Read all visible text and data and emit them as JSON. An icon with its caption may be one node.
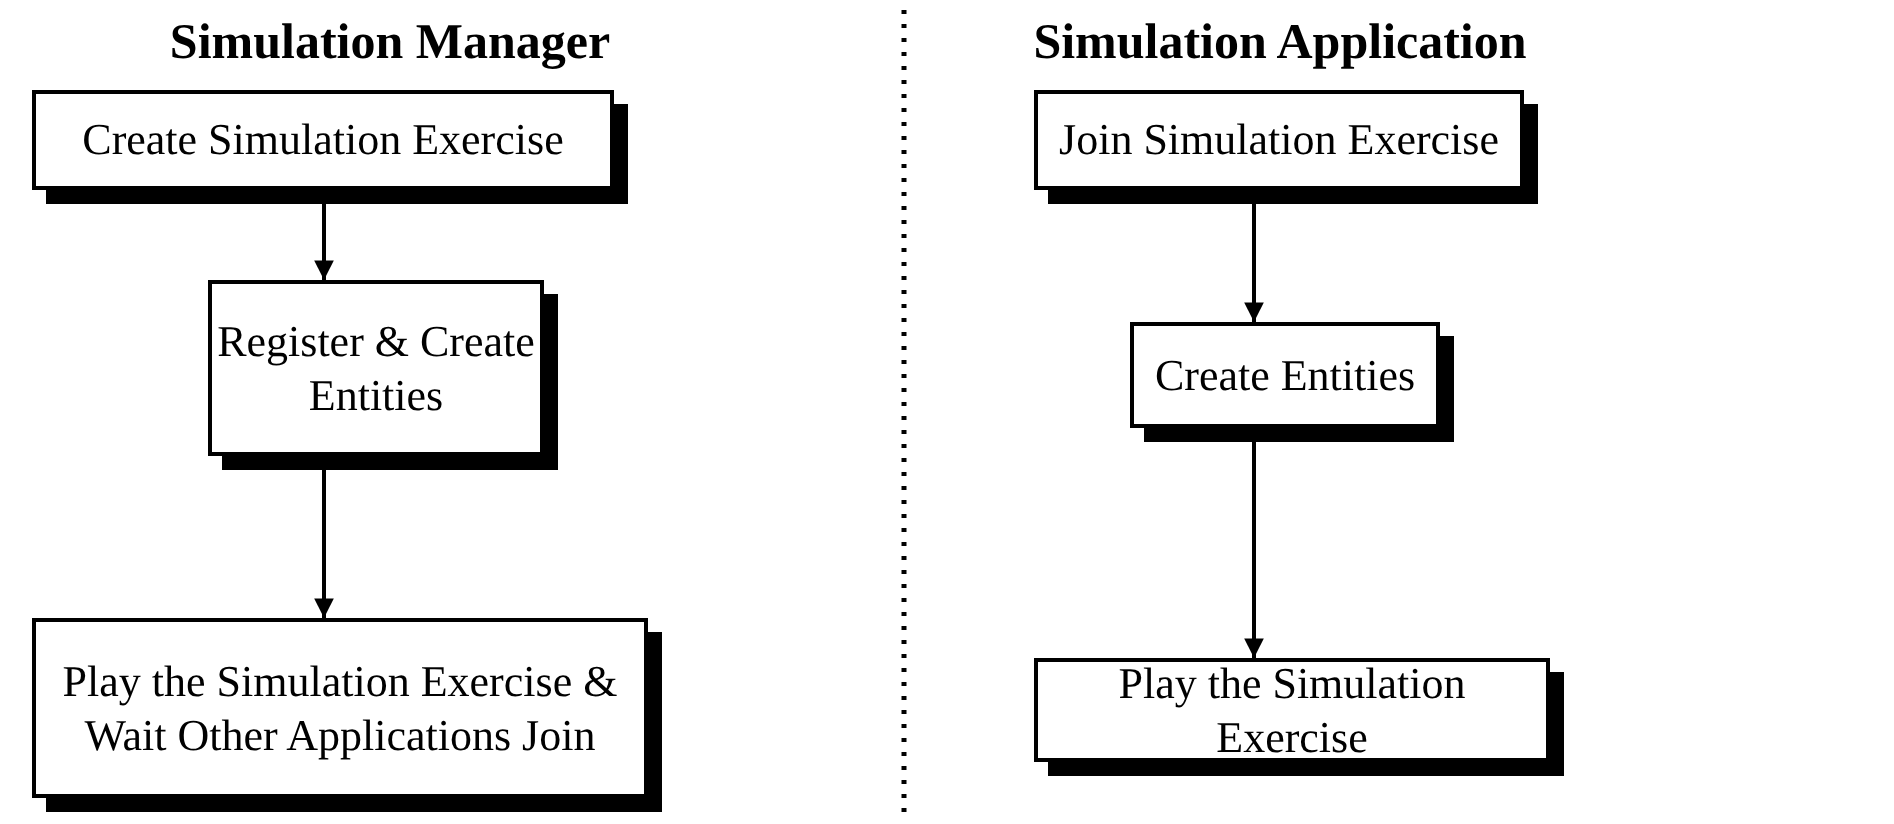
{
  "diagram": {
    "nodes": [
      {
        "text": [
          "Create Simulation Exercise"
        ]
      },
      {
        "text": [
          "Register & Create Entities"
        ]
      },
      {
        "text": [
          "Play the Simulation Exercise & Wait Other Applications Join"
        ]
      },
      {
        "text": [
          "Join Simulation Exercise"
        ]
      },
      {
        "text": [
          "Create Entities"
        ]
      },
      {
        "text": [
          "Play the Simulation Exercise"
        ]
      }
    ],
    "edges": [
      {
        "from": 0,
        "to": 1,
        "arrow": "to"
      },
      {
        "from": 1,
        "to": 2,
        "arrow": "to"
      },
      {
        "from": 3,
        "to": 4,
        "arrow": "to"
      },
      {
        "from": 4,
        "to": 5,
        "arrow": "to"
      }
    ],
    "labels": [
      "Simulation Manager",
      "Simulation Application"
    ]
  }
}
